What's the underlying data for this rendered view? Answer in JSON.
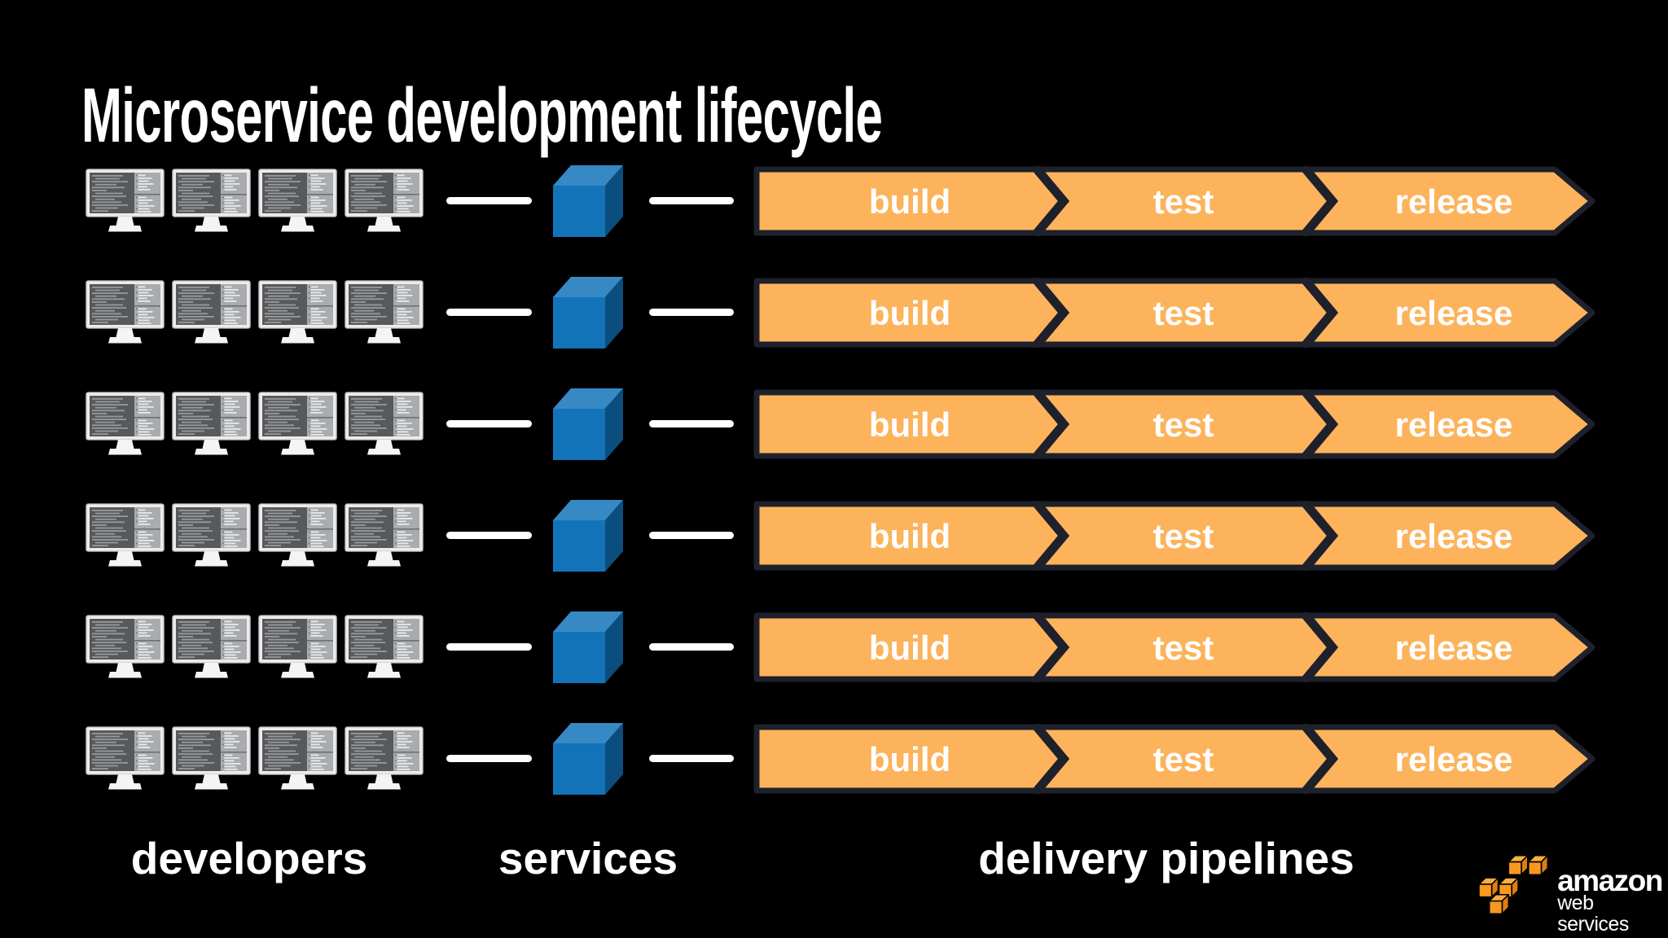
{
  "slide": {
    "title": "Microservice development lifecycle",
    "background": "#000000"
  },
  "columns": {
    "developers_label": "developers",
    "services_label": "services",
    "pipelines_label": "delivery pipelines"
  },
  "pipeline": {
    "stages": [
      "build",
      "test",
      "release"
    ]
  },
  "layout_counts": {
    "rows": 6,
    "workstations_per_row": 4,
    "stages_per_pipeline": 3
  },
  "logo": {
    "brand": "amazon",
    "suffix": "web services"
  },
  "colors": {
    "pipeline_orange": "#FCB35B",
    "pipeline_outline": "#1E202B",
    "pipeline_text": "#FFFFFF",
    "cube_front": "#1373B8",
    "cube_top": "#3689C5",
    "cube_side": "#0B4E7E",
    "connector_white": "#FFFFFF",
    "aws_box_front": "#F7981F",
    "aws_box_top": "#FBAD42",
    "aws_box_side": "#DE7E10",
    "text": "#FFFFFF"
  }
}
